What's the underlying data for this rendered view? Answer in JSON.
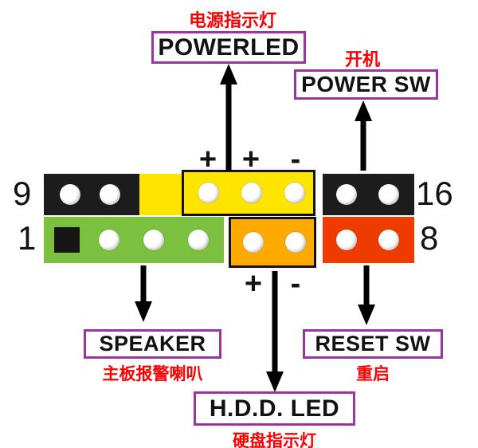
{
  "labels": {
    "powerled": {
      "cn": "电源指示灯",
      "en": "POWERLED"
    },
    "power_sw": {
      "cn": "开机",
      "en": "POWER SW"
    },
    "speaker": {
      "en": "SPEAKER",
      "cn": "主板报警喇叭"
    },
    "reset_sw": {
      "en": "RESET SW",
      "cn": "重启"
    },
    "hdd_led": {
      "en": "H.D.D. LED",
      "cn": "硬盘指示灯"
    }
  },
  "pins": {
    "top_row_left_number": "9",
    "top_row_right_number": "16",
    "bottom_row_left_number": "1",
    "bottom_row_right_number": "8",
    "top_polarity": [
      "+",
      "+",
      "-"
    ],
    "bottom_polarity": [
      "+",
      "-"
    ]
  },
  "colors": {
    "label_border_purple": "#9a35a0",
    "chinese_text_red": "#ff0000",
    "connector_black": "#1c1c1c",
    "connector_yellow": "#ffe400",
    "connector_green": "#7cc03f",
    "connector_orange": "#ffaa00",
    "connector_red": "#ee3c00"
  }
}
